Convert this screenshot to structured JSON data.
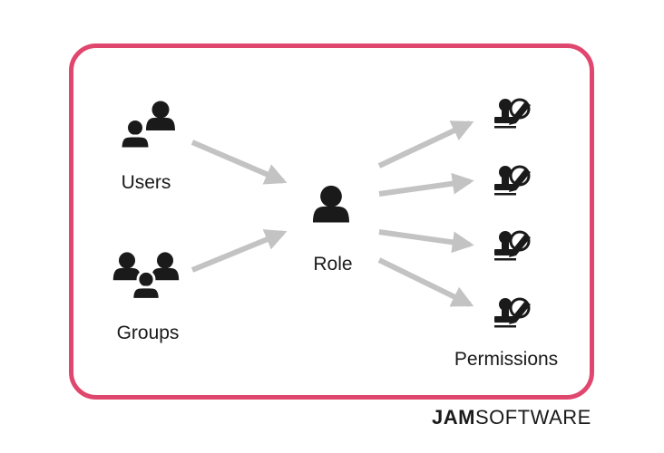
{
  "labels": {
    "users": "Users",
    "groups": "Groups",
    "role": "Role",
    "permissions": "Permissions"
  },
  "logo": {
    "part1": "JAM",
    "part2": "SOFTWARE"
  },
  "colors": {
    "frame": "#e0476e",
    "icon": "#1a1a1a",
    "arrow": "#c3c3c3"
  },
  "icons": {
    "users": "two-users-icon",
    "groups": "three-users-icon",
    "role": "single-user-icon",
    "permission": "stamp-with-pen-icon"
  }
}
